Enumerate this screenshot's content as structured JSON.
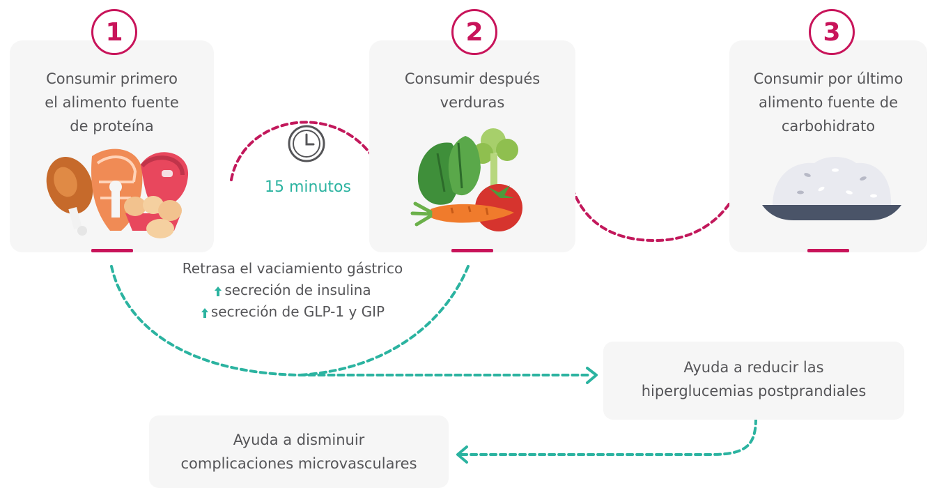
{
  "steps": [
    {
      "number": "1",
      "text": "Consumir primero\nel alimento fuente\nde proteína"
    },
    {
      "number": "2",
      "text": "Consumir después\nverduras"
    },
    {
      "number": "3",
      "text": "Consumir por último\nalimento fuente de\ncarbohidrato"
    }
  ],
  "wait": {
    "label": "15 minutos",
    "icon": "clock-icon"
  },
  "effects": [
    {
      "text": "Retrasa el vaciamiento gástrico",
      "arrow": false
    },
    {
      "text": "secreción de insulina",
      "arrow": true
    },
    {
      "text": "secreción de GLP-1 y GIP",
      "arrow": true
    }
  ],
  "outcomes": {
    "reduce": "Ayuda a reducir las\nhiperglucemias postprandiales",
    "decrease": "Ayuda a disminuir\ncomplicaciones microvasculares"
  },
  "colors": {
    "accent": "#c8145a",
    "teal": "#2bb3a0",
    "card_bg": "#f6f6f6",
    "text": "#555558"
  }
}
